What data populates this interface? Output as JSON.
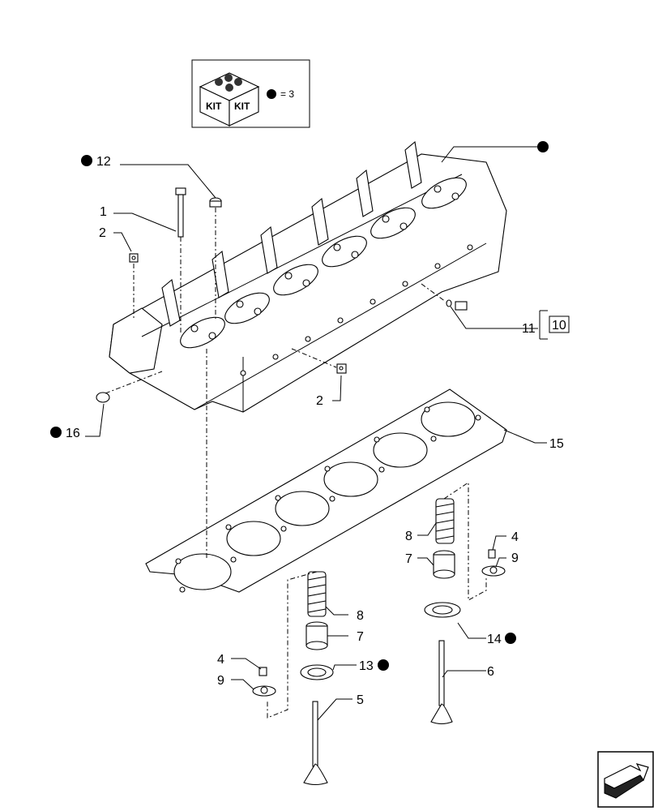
{
  "kit_legend": {
    "kit_text_left": "KIT",
    "kit_text_right": "KIT",
    "equation": "= 3",
    "bullet_icon": "filled-circle"
  },
  "callouts": [
    {
      "id": "c-12",
      "text": "12",
      "bullet": true
    },
    {
      "id": "c-1",
      "text": "1",
      "bullet": false
    },
    {
      "id": "c-2a",
      "text": "2",
      "bullet": false
    },
    {
      "id": "c-2b",
      "text": "2",
      "bullet": false
    },
    {
      "id": "c-16",
      "text": "16",
      "bullet": true
    },
    {
      "id": "c-top",
      "text": "",
      "bullet": true
    },
    {
      "id": "c-11",
      "text": "11",
      "bullet": false
    },
    {
      "id": "c-10",
      "text": "10",
      "bullet": false,
      "boxed": true
    },
    {
      "id": "c-15",
      "text": "15",
      "bullet": false
    },
    {
      "id": "c-8a",
      "text": "8",
      "bullet": false
    },
    {
      "id": "c-7a",
      "text": "7",
      "bullet": false
    },
    {
      "id": "c-4a",
      "text": "4",
      "bullet": false
    },
    {
      "id": "c-9a",
      "text": "9",
      "bullet": false
    },
    {
      "id": "c-14",
      "text": "14",
      "bullet": true
    },
    {
      "id": "c-6",
      "text": "6",
      "bullet": false
    },
    {
      "id": "c-8b",
      "text": "8",
      "bullet": false
    },
    {
      "id": "c-7b",
      "text": "7",
      "bullet": false
    },
    {
      "id": "c-13",
      "text": "13",
      "bullet": true
    },
    {
      "id": "c-4b",
      "text": "4",
      "bullet": false
    },
    {
      "id": "c-9b",
      "text": "9",
      "bullet": false
    },
    {
      "id": "c-5",
      "text": "5",
      "bullet": false
    }
  ],
  "nav_icon": "next-page-arrow-icon"
}
